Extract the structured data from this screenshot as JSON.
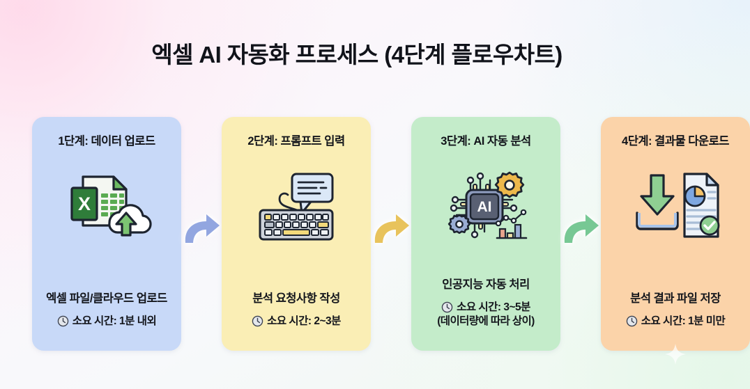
{
  "title": "엑셀 AI 자동화 프로세스 (4단계 플로우차트)",
  "background": {
    "tint_top_left": "#fdf0f7",
    "tint_bottom_right": "#eef8f1"
  },
  "steps": [
    {
      "heading": "1단계: 데이터 업로드",
      "icon_name": "excel-cloud-upload-icon",
      "description": "엑셀 파일/클라우드 업로드",
      "time_label": "소요 시간: 1분 내외",
      "note": "",
      "card_color": "#c8d9f8",
      "clock_icon": "clock-icon"
    },
    {
      "heading": "2단계: 프롬프트 입력",
      "icon_name": "keyboard-chat-icon",
      "description": "분석 요청사항 작성",
      "time_label": "소요 시간: 2~3분",
      "note": "",
      "card_color": "#faeeb5",
      "clock_icon": "clock-icon"
    },
    {
      "heading": "3단계: AI 자동 분석",
      "icon_name": "ai-chip-gears-chart-icon",
      "description": "인공지능 자동 처리",
      "time_label": "소요 시간: 3~5분",
      "note": "(데이터량에 따라 상이)",
      "card_color": "#c4ecca",
      "clock_icon": "clock-icon"
    },
    {
      "heading": "4단계: 결과물 다운로드",
      "icon_name": "download-report-icon",
      "description": "분석 결과 파일 저장",
      "time_label": "소요 시간: 1분 미만",
      "note": "",
      "card_color": "#fbd3a9",
      "clock_icon": "clock-icon"
    }
  ],
  "arrows": [
    {
      "icon_name": "curved-arrow-right-icon",
      "color": "#92a6e0",
      "from_step": 1,
      "to_step": 2
    },
    {
      "icon_name": "curved-arrow-right-icon",
      "color": "#e8c35c",
      "from_step": 2,
      "to_step": 3
    },
    {
      "icon_name": "curved-arrow-right-icon",
      "color": "#77c894",
      "from_step": 3,
      "to_step": 4
    }
  ],
  "decorations": {
    "sparkle_icon": "sparkle-icon"
  }
}
